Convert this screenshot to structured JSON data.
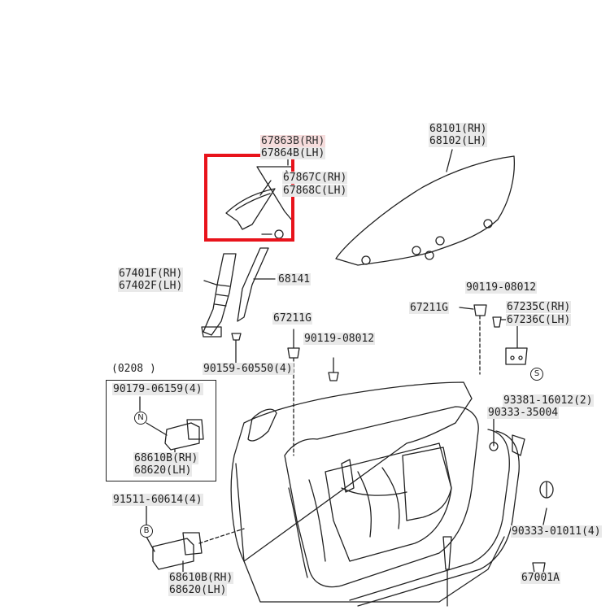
{
  "labels": {
    "p67863": "67863B(RH)",
    "p67864": "67864B(LH)",
    "p67867": "67867C(RH)",
    "p67868": "67868C(LH)",
    "p68101": "68101(RH)",
    "p68102": "68102(LH)",
    "p67401": "67401F(RH)",
    "p67402": "67402F(LH)",
    "p68141": "68141",
    "p90119a": "90119-08012",
    "p67211a": "67211G",
    "p67235": "67235C(RH)",
    "p67236": "67236C(LH)",
    "p67211b": "67211G",
    "p90119b": "90119-08012",
    "p90159": "90159-60550(4)",
    "p0208": "(0208        )",
    "p90179": "90179-06159(4)",
    "p68610a": "68610B(RH)",
    "p68620a": "68620(LH)",
    "p93381": "93381-16012(2)",
    "p90333a": "90333-35004",
    "p91511": "91511-60614(4)",
    "p68610b": "68610B(RH)",
    "p68620b": "68620(LH)",
    "p90333b": "90333-01011(4)",
    "p67001": "67001A"
  },
  "markers": {
    "n": "N",
    "s": "S",
    "b": "B"
  },
  "colors": {
    "highlight": "#e8131b",
    "line": "#222222",
    "label_bg": "#e9e9e9"
  }
}
